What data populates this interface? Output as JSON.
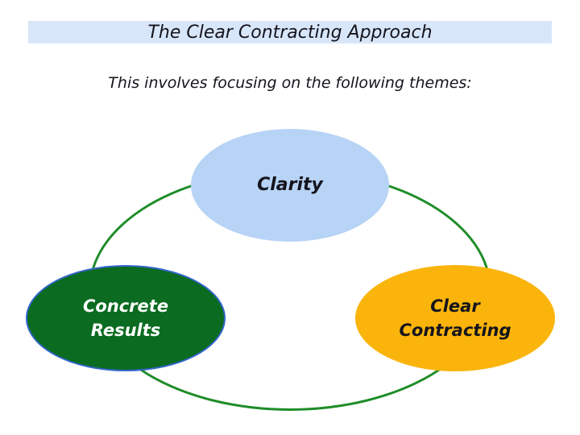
{
  "title_bar": {
    "text": "The Clear Contracting Approach"
  },
  "subtitle": "This involves focusing on the following themes:",
  "diagram": {
    "type": "cycle",
    "outline_shape": "ellipse",
    "nodes": [
      {
        "id": "clarity",
        "label": "Clarity",
        "line1": "Clarity",
        "line2": "",
        "fill": "#b7d3f5",
        "text_color": "#14141c",
        "position": "top-center"
      },
      {
        "id": "concrete-results",
        "label": "Concrete Results",
        "line1": "Concrete",
        "line2": "Results",
        "fill": "#0b6b20",
        "border": "#3366cc",
        "text_color": "#ffffff",
        "position": "bottom-left"
      },
      {
        "id": "clear-contracting",
        "label": "Clear Contracting",
        "line1": "Clear",
        "line2": "Contracting",
        "fill": "#fab40c",
        "text_color": "#14141c",
        "position": "bottom-right"
      }
    ]
  },
  "colors": {
    "title_bar_bg": "#d8e6f9",
    "outline_green": "#1e8c28",
    "clarity_fill": "#b7d3f5",
    "results_fill": "#0b6b20",
    "results_border": "#3366cc",
    "contracting_fill": "#fab40c",
    "dark_text": "#14141c",
    "light_text": "#ffffff"
  }
}
